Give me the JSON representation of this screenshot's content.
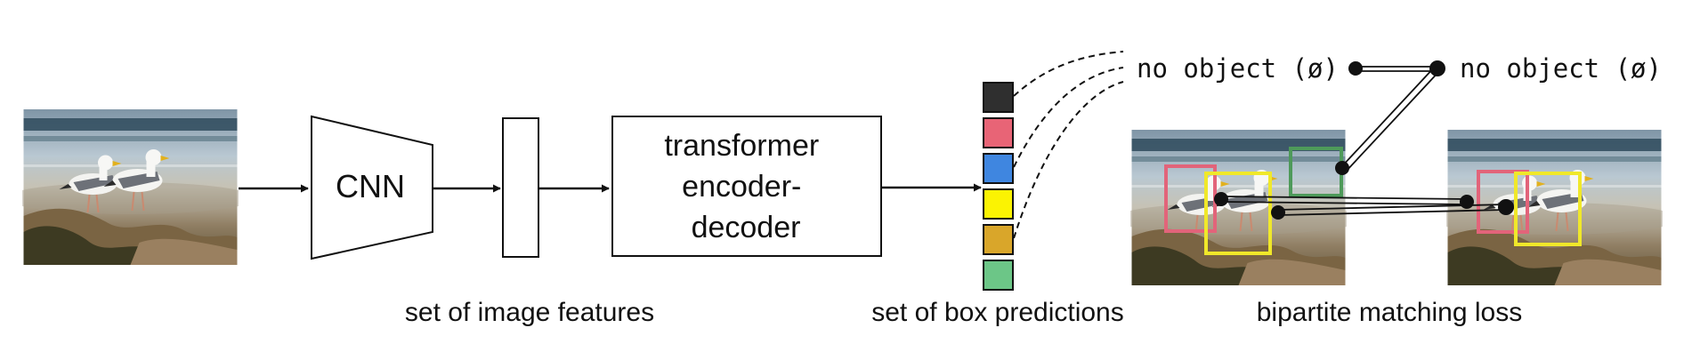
{
  "components": {
    "cnn_label": "CNN",
    "transformer_label": [
      "transformer",
      "encoder-",
      "decoder"
    ]
  },
  "captions": {
    "image_features": "set of image features",
    "box_predictions": "set of box predictions",
    "matching_loss": "bipartite matching loss"
  },
  "no_object_label": "no object (ø)",
  "colors": {
    "prediction_slots": [
      "#2f2f2f",
      "#e86476",
      "#3f86e0",
      "#fbf302",
      "#d9a62a",
      "#6cc687"
    ],
    "pink_box": "#e2647a",
    "yellow_box": "#f0e82a",
    "green_box": "#4e9a5a"
  },
  "icons": {
    "input_photo": "seagulls-photo",
    "matched_photo": "seagulls-photo-with-boxes",
    "ground_truth_photo": "seagulls-photo-with-boxes"
  }
}
